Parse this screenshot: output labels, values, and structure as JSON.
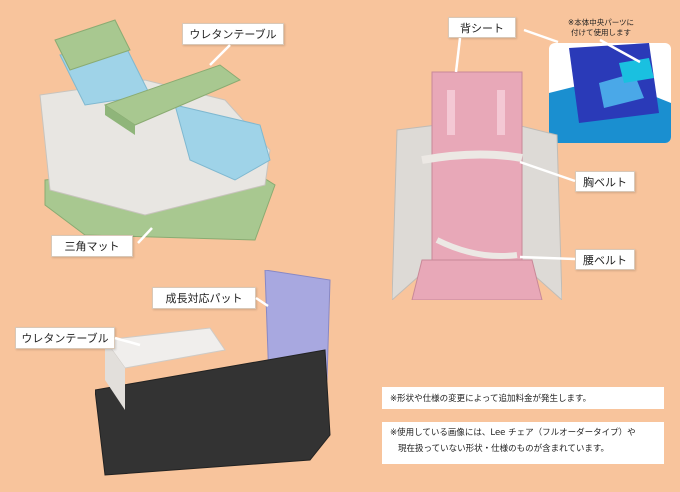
{
  "labels": {
    "urethane_table_top": "ウレタンテーブル",
    "triangle_mat": "三角マット",
    "growth_pad": "成長対応パット",
    "urethane_table_bottom": "ウレタンテーブル",
    "back_seat": "背シート",
    "chest_belt": "胸ベルト",
    "waist_belt": "腰ベルト"
  },
  "inset_note": {
    "line1": "※本体中央パーツに",
    "line2": "付けて使用します"
  },
  "notes": {
    "note1": "※形状や仕様の変更によって追加料金が発生します。",
    "note2_line1": "※使用している画像には、Lee チェア（フルオーダータイプ）や",
    "note2_line2": "現在扱っていない形状・仕様のものが含まれています。"
  },
  "colors": {
    "background": "#f8c49c",
    "green": "#a8c890",
    "light_blue": "#9fd3e8",
    "pink": "#e8a8b8",
    "lavender": "#a8a8e0",
    "dark": "#333333",
    "blue": "#2a3ab8"
  }
}
